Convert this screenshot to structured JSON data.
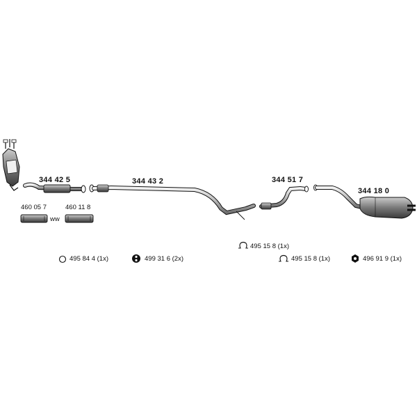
{
  "parts": {
    "front_pipe": "344 42 5",
    "middle_pipe": "344 43 2",
    "intermediate_pipe": "344 51 7",
    "rear_silencer": "344 18 0",
    "flex_pipe_a": "460 05 7",
    "flex_pipe_b": "460 11 8"
  },
  "flex_joiner_mark": "ww",
  "accessories": [
    {
      "label": "495 84 4 (1x)",
      "icon": "ring-clamp-icon"
    },
    {
      "label": "499 31 6 (2x)",
      "icon": "rubber-hanger-icon"
    },
    {
      "label": "495 15 8 (1x)",
      "icon": "omega-clamp-icon"
    },
    {
      "label": "495 15 8 (1x)",
      "icon": "omega-clamp-icon"
    },
    {
      "label": "496 91 9 (1x)",
      "icon": "rubber-mount-icon"
    }
  ],
  "colors": {
    "line": "#111111",
    "part_fill": "#d9d9d9",
    "part_fill_dark": "#8a8a8a"
  }
}
